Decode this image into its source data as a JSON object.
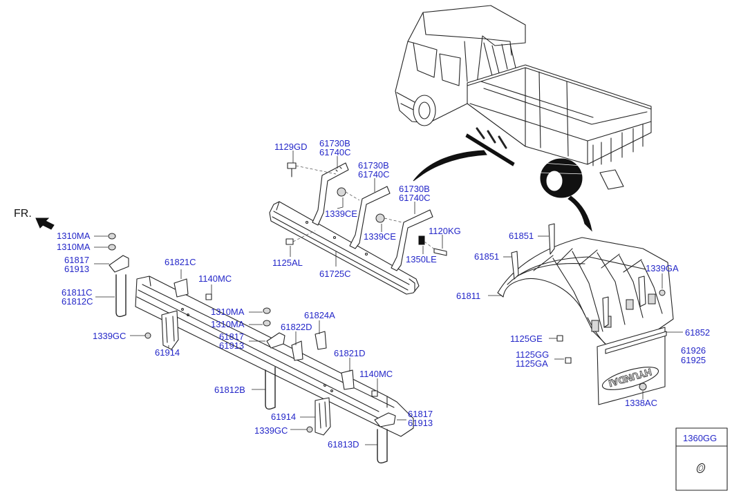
{
  "diagram": {
    "orientation_label": "FR.",
    "kit_box_label": "1360GG",
    "mudflap_brand": "HYUNDAI",
    "colors": {
      "label": "#2326c8",
      "ink": "#222222",
      "background": "#ffffff"
    },
    "labels": [
      {
        "id": "l1129GD",
        "text": "1129GD"
      },
      {
        "id": "l61730B_1",
        "text": "61730B"
      },
      {
        "id": "l61740C_1",
        "text": "61740C"
      },
      {
        "id": "l61730B_2",
        "text": "61730B"
      },
      {
        "id": "l61740C_2",
        "text": "61740C"
      },
      {
        "id": "l61730B_3",
        "text": "61730B"
      },
      {
        "id": "l61740C_3",
        "text": "61740C"
      },
      {
        "id": "l1339CE_1",
        "text": "1339CE"
      },
      {
        "id": "l1339CE_2",
        "text": "1339CE"
      },
      {
        "id": "l1120KG",
        "text": "1120KG"
      },
      {
        "id": "l1350LE",
        "text": "1350LE"
      },
      {
        "id": "l1125AL",
        "text": "1125AL"
      },
      {
        "id": "l61725C",
        "text": "61725C"
      },
      {
        "id": "l1310MA_1",
        "text": "1310MA"
      },
      {
        "id": "l1310MA_2",
        "text": "1310MA"
      },
      {
        "id": "l61817_1",
        "text": "61817"
      },
      {
        "id": "l61913_1",
        "text": "61913"
      },
      {
        "id": "l61811C",
        "text": "61811C"
      },
      {
        "id": "l61812C",
        "text": "61812C"
      },
      {
        "id": "l1339GC_1",
        "text": "1339GC"
      },
      {
        "id": "l61914_1",
        "text": "61914"
      },
      {
        "id": "l61821C",
        "text": "61821C"
      },
      {
        "id": "l1140MC_1",
        "text": "1140MC"
      },
      {
        "id": "l1310MA_3",
        "text": "1310MA"
      },
      {
        "id": "l1310MA_4",
        "text": "1310MA"
      },
      {
        "id": "l61824A",
        "text": "61824A"
      },
      {
        "id": "l61822D",
        "text": "61822D"
      },
      {
        "id": "l61817_2",
        "text": "61817"
      },
      {
        "id": "l61913_2",
        "text": "61913"
      },
      {
        "id": "l61821D",
        "text": "61821D"
      },
      {
        "id": "l1140MC_2",
        "text": "1140MC"
      },
      {
        "id": "l61812B",
        "text": "61812B"
      },
      {
        "id": "l61914_2",
        "text": "61914"
      },
      {
        "id": "l1339GC_2",
        "text": "1339GC"
      },
      {
        "id": "l61817_3",
        "text": "61817"
      },
      {
        "id": "l61913_3",
        "text": "61913"
      },
      {
        "id": "l61813D",
        "text": "61813D"
      },
      {
        "id": "l61851_1",
        "text": "61851"
      },
      {
        "id": "l61851_2",
        "text": "61851"
      },
      {
        "id": "l1339GA",
        "text": "1339GA"
      },
      {
        "id": "l61811",
        "text": "61811"
      },
      {
        "id": "l61852",
        "text": "61852"
      },
      {
        "id": "l1125GE",
        "text": "1125GE"
      },
      {
        "id": "l61926",
        "text": "61926"
      },
      {
        "id": "l61925",
        "text": "61925"
      },
      {
        "id": "l1125GG",
        "text": "1125GG"
      },
      {
        "id": "l1125GA",
        "text": "1125GA"
      },
      {
        "id": "l1338AC",
        "text": "1338AC"
      }
    ]
  }
}
